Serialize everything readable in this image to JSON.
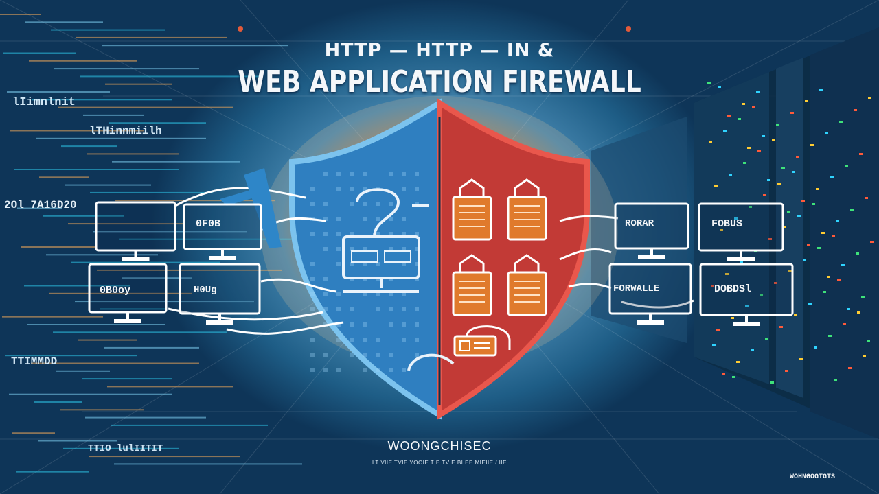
{
  "title": {
    "top_line": "HTTP — HTTP — IN &",
    "main": "WEB APPLICATION FIREWALL"
  },
  "left_code_lines": [
    "lIimnlnit",
    "lTHinnmiilh",
    "2Ol 7A16D20",
    "TTIMMDD",
    "TTIO lulIITIT"
  ],
  "left_monitors": [
    "0F0B",
    "0B0oy",
    "H0Ug"
  ],
  "right_monitors": [
    "RORAR",
    "FOBUS",
    "FORWALLE",
    "DOBDSl"
  ],
  "brand": "WOONGCHISEC",
  "brand_tagline": "LT VIIE TVIE YOOIE TIE TVIE BIIEE MIEIIE / IIE",
  "corner_tag": "WOHNGOGTGTS",
  "colors": {
    "shield_blue": "#2f7fc0",
    "shield_red": "#c23a36",
    "padlock_orange": "#e07a2c",
    "glow": "#f4b868"
  }
}
